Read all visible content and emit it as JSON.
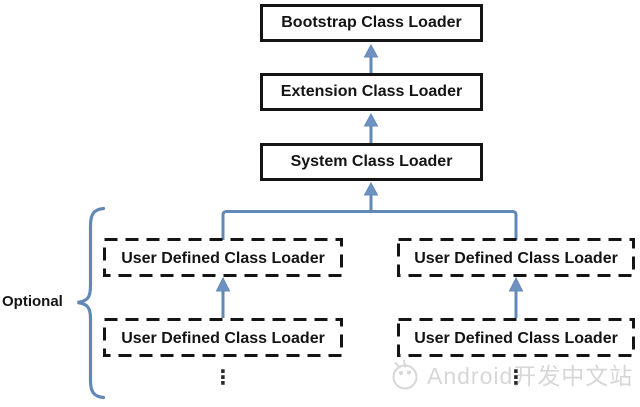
{
  "diagram": {
    "bootstrap_label": "Bootstrap Class Loader",
    "extension_label": "Extension Class Loader",
    "system_label": "System Class Loader",
    "user_boxes": [
      {
        "label": "User Defined Class Loader"
      },
      {
        "label": "User Defined Class Loader"
      },
      {
        "label": "User Defined Class Loader"
      },
      {
        "label": "User Defined Class Loader"
      }
    ],
    "optional_label": "Optional",
    "ellipsis": "⋮",
    "colors": {
      "connector_blue": "#6288b8",
      "arrowhead_fill": "#6e93c3",
      "box_border_black": "#141414",
      "watermark_gray": "#d7d7d7"
    }
  },
  "watermark": {
    "text": "Android开发中文站",
    "icon": "android-robot-icon"
  }
}
